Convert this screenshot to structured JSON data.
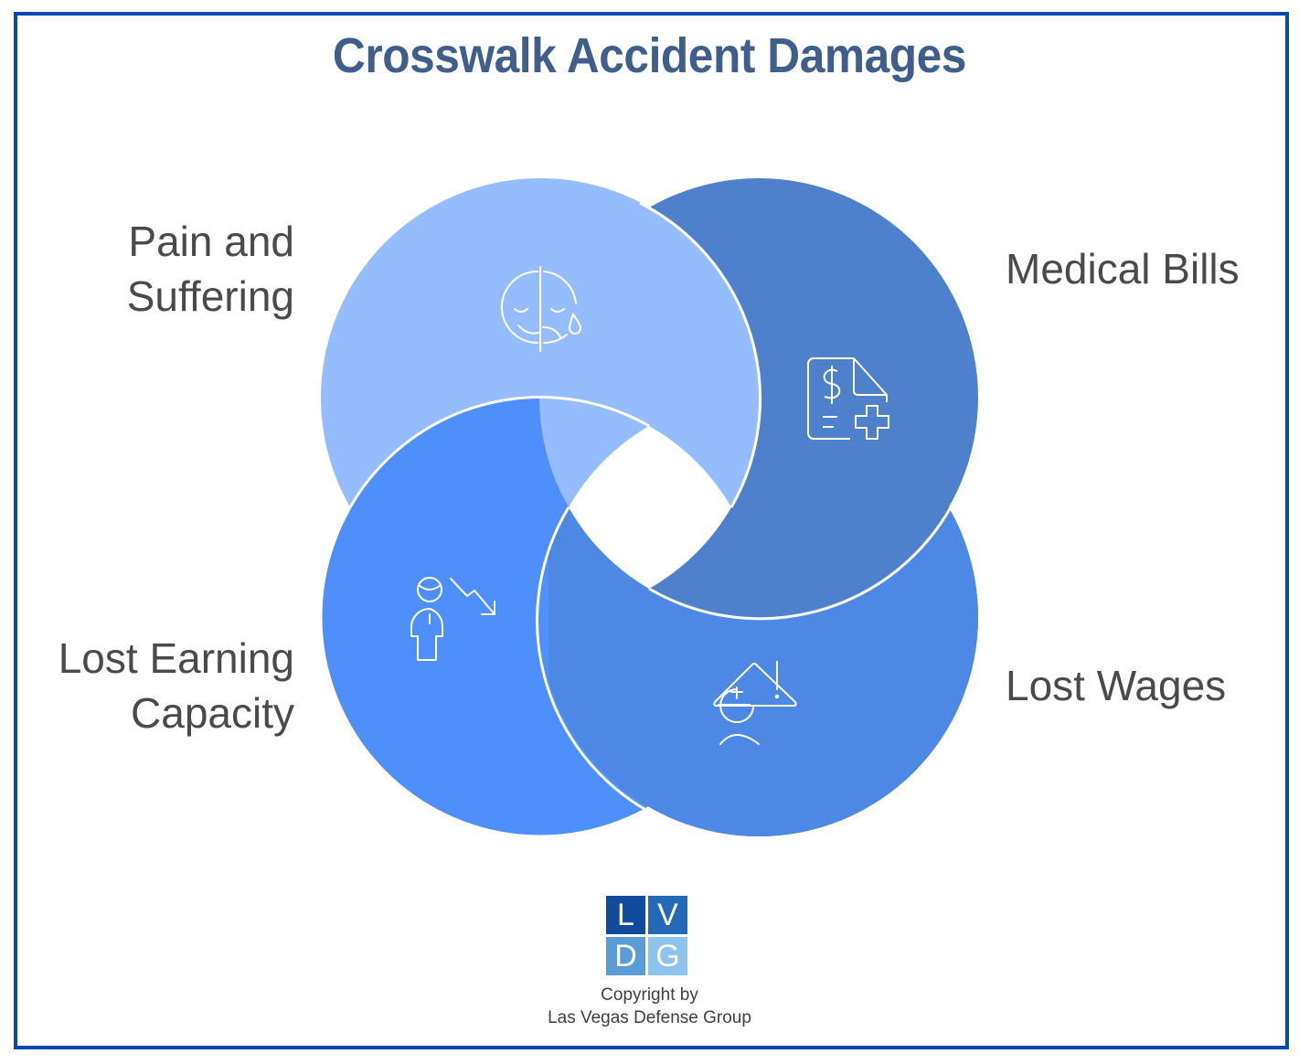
{
  "title": "Crosswalk Accident Damages",
  "colors": {
    "frame": "#0b47b0",
    "title": "#3f5e8c",
    "label": "#4a4a4a",
    "pain_and_suffering": "#95bcfc",
    "medical_bills": "#4f80cc",
    "lost_earning_capacity": "#4f8ffc",
    "lost_wages": "#4d88e4",
    "icon_stroke": "#ffffff"
  },
  "items": [
    {
      "id": "pain_and_suffering",
      "label_lines": [
        "Pain and",
        "Suffering"
      ],
      "position": "top-left",
      "icon": "happy-sad-face-icon"
    },
    {
      "id": "medical_bills",
      "label_lines": [
        "Medical Bills"
      ],
      "position": "top-right",
      "icon": "medical-bill-icon"
    },
    {
      "id": "lost_earning_capacity",
      "label_lines": [
        "Lost Earning",
        "Capacity"
      ],
      "position": "bottom-left",
      "icon": "person-declining-chart-icon"
    },
    {
      "id": "lost_wages",
      "label_lines": [
        "Lost Wages"
      ],
      "position": "bottom-right",
      "icon": "worker-warning-icon"
    }
  ],
  "logo": {
    "letters": [
      "L",
      "V",
      "D",
      "G"
    ],
    "colors": [
      "#124b9c",
      "#2468b8",
      "#5b9bd8",
      "#8ec3ee"
    ]
  },
  "copyright": {
    "line1": "Copyright by",
    "line2": "Las Vegas Defense Group"
  }
}
